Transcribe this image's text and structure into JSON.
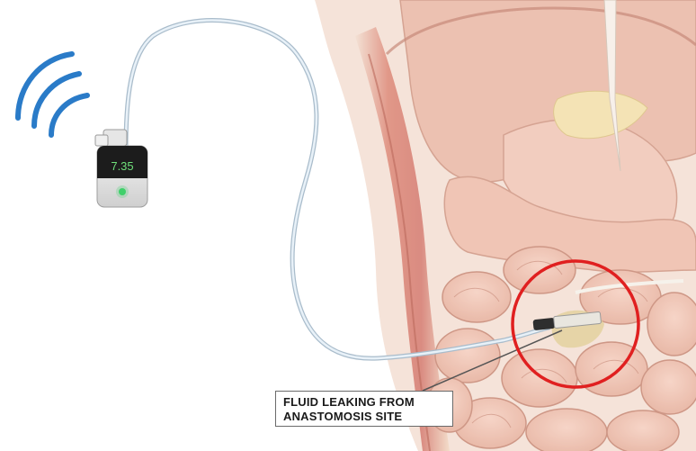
{
  "device": {
    "reading": "7.35",
    "display_color": "#6fe07a",
    "indicator_color": "#3fd16a"
  },
  "callout": {
    "line1": "FLUID LEAKING FROM",
    "line2": "ANASTOMOSIS SITE"
  },
  "colors": {
    "wireless_signal": "#2a7bc8",
    "highlight_circle": "#e02020",
    "tubing": "#d6e6f2",
    "tissue": "#e8b4a0",
    "muscle": "#c9574a"
  },
  "icons": {
    "signal": "wireless-signal-icon",
    "monitor": "drain-monitor-device"
  }
}
